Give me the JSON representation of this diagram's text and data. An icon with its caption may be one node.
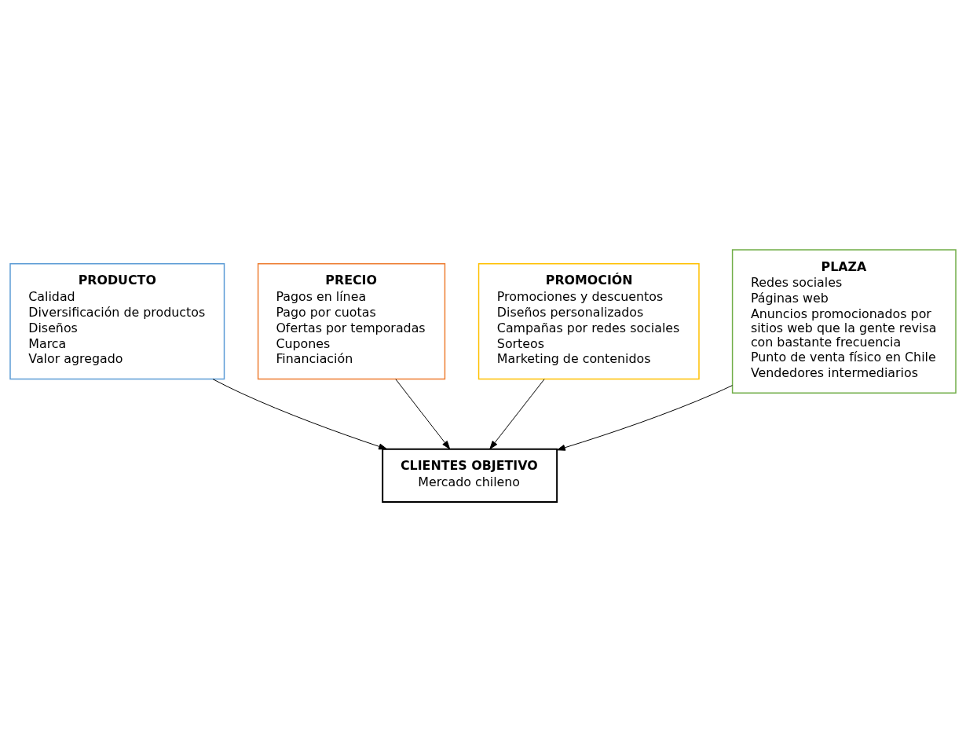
{
  "diagram": {
    "nodes": [
      {
        "text": [
          "PRODUCTO",
          "Calidad",
          "Diversificación de productos",
          "Diseños",
          "Marca",
          "Valor agregado"
        ]
      },
      {
        "text": [
          "PRECIO",
          "Pagos en línea",
          "Pago por cuotas",
          "Ofertas por temporadas",
          "Cupones",
          "Financiación"
        ]
      },
      {
        "text": [
          "CLIENTES OBJETIVO",
          "Mercado chileno"
        ]
      },
      {
        "text": [
          "PROMOCIÓN",
          "Promociones y descuentos",
          "Diseños personalizados",
          "Campañas por redes sociales",
          "Sorteos",
          "Marketing de contenidos"
        ]
      },
      {
        "text": [
          "PLAZA",
          "Redes sociales",
          "Páginas web",
          "Anuncios promocionados por sitios web que la gente revisa con bastante frecuencia",
          "Punto de venta físico en Chile",
          "Vendedores intermediarios"
        ]
      }
    ],
    "edges": [
      {
        "from": 0,
        "to": 2,
        "arrow": "to"
      },
      {
        "from": 1,
        "to": 2,
        "arrow": "to"
      },
      {
        "from": 3,
        "to": 2,
        "arrow": "to"
      },
      {
        "from": 4,
        "to": 2,
        "arrow": "to"
      }
    ]
  }
}
